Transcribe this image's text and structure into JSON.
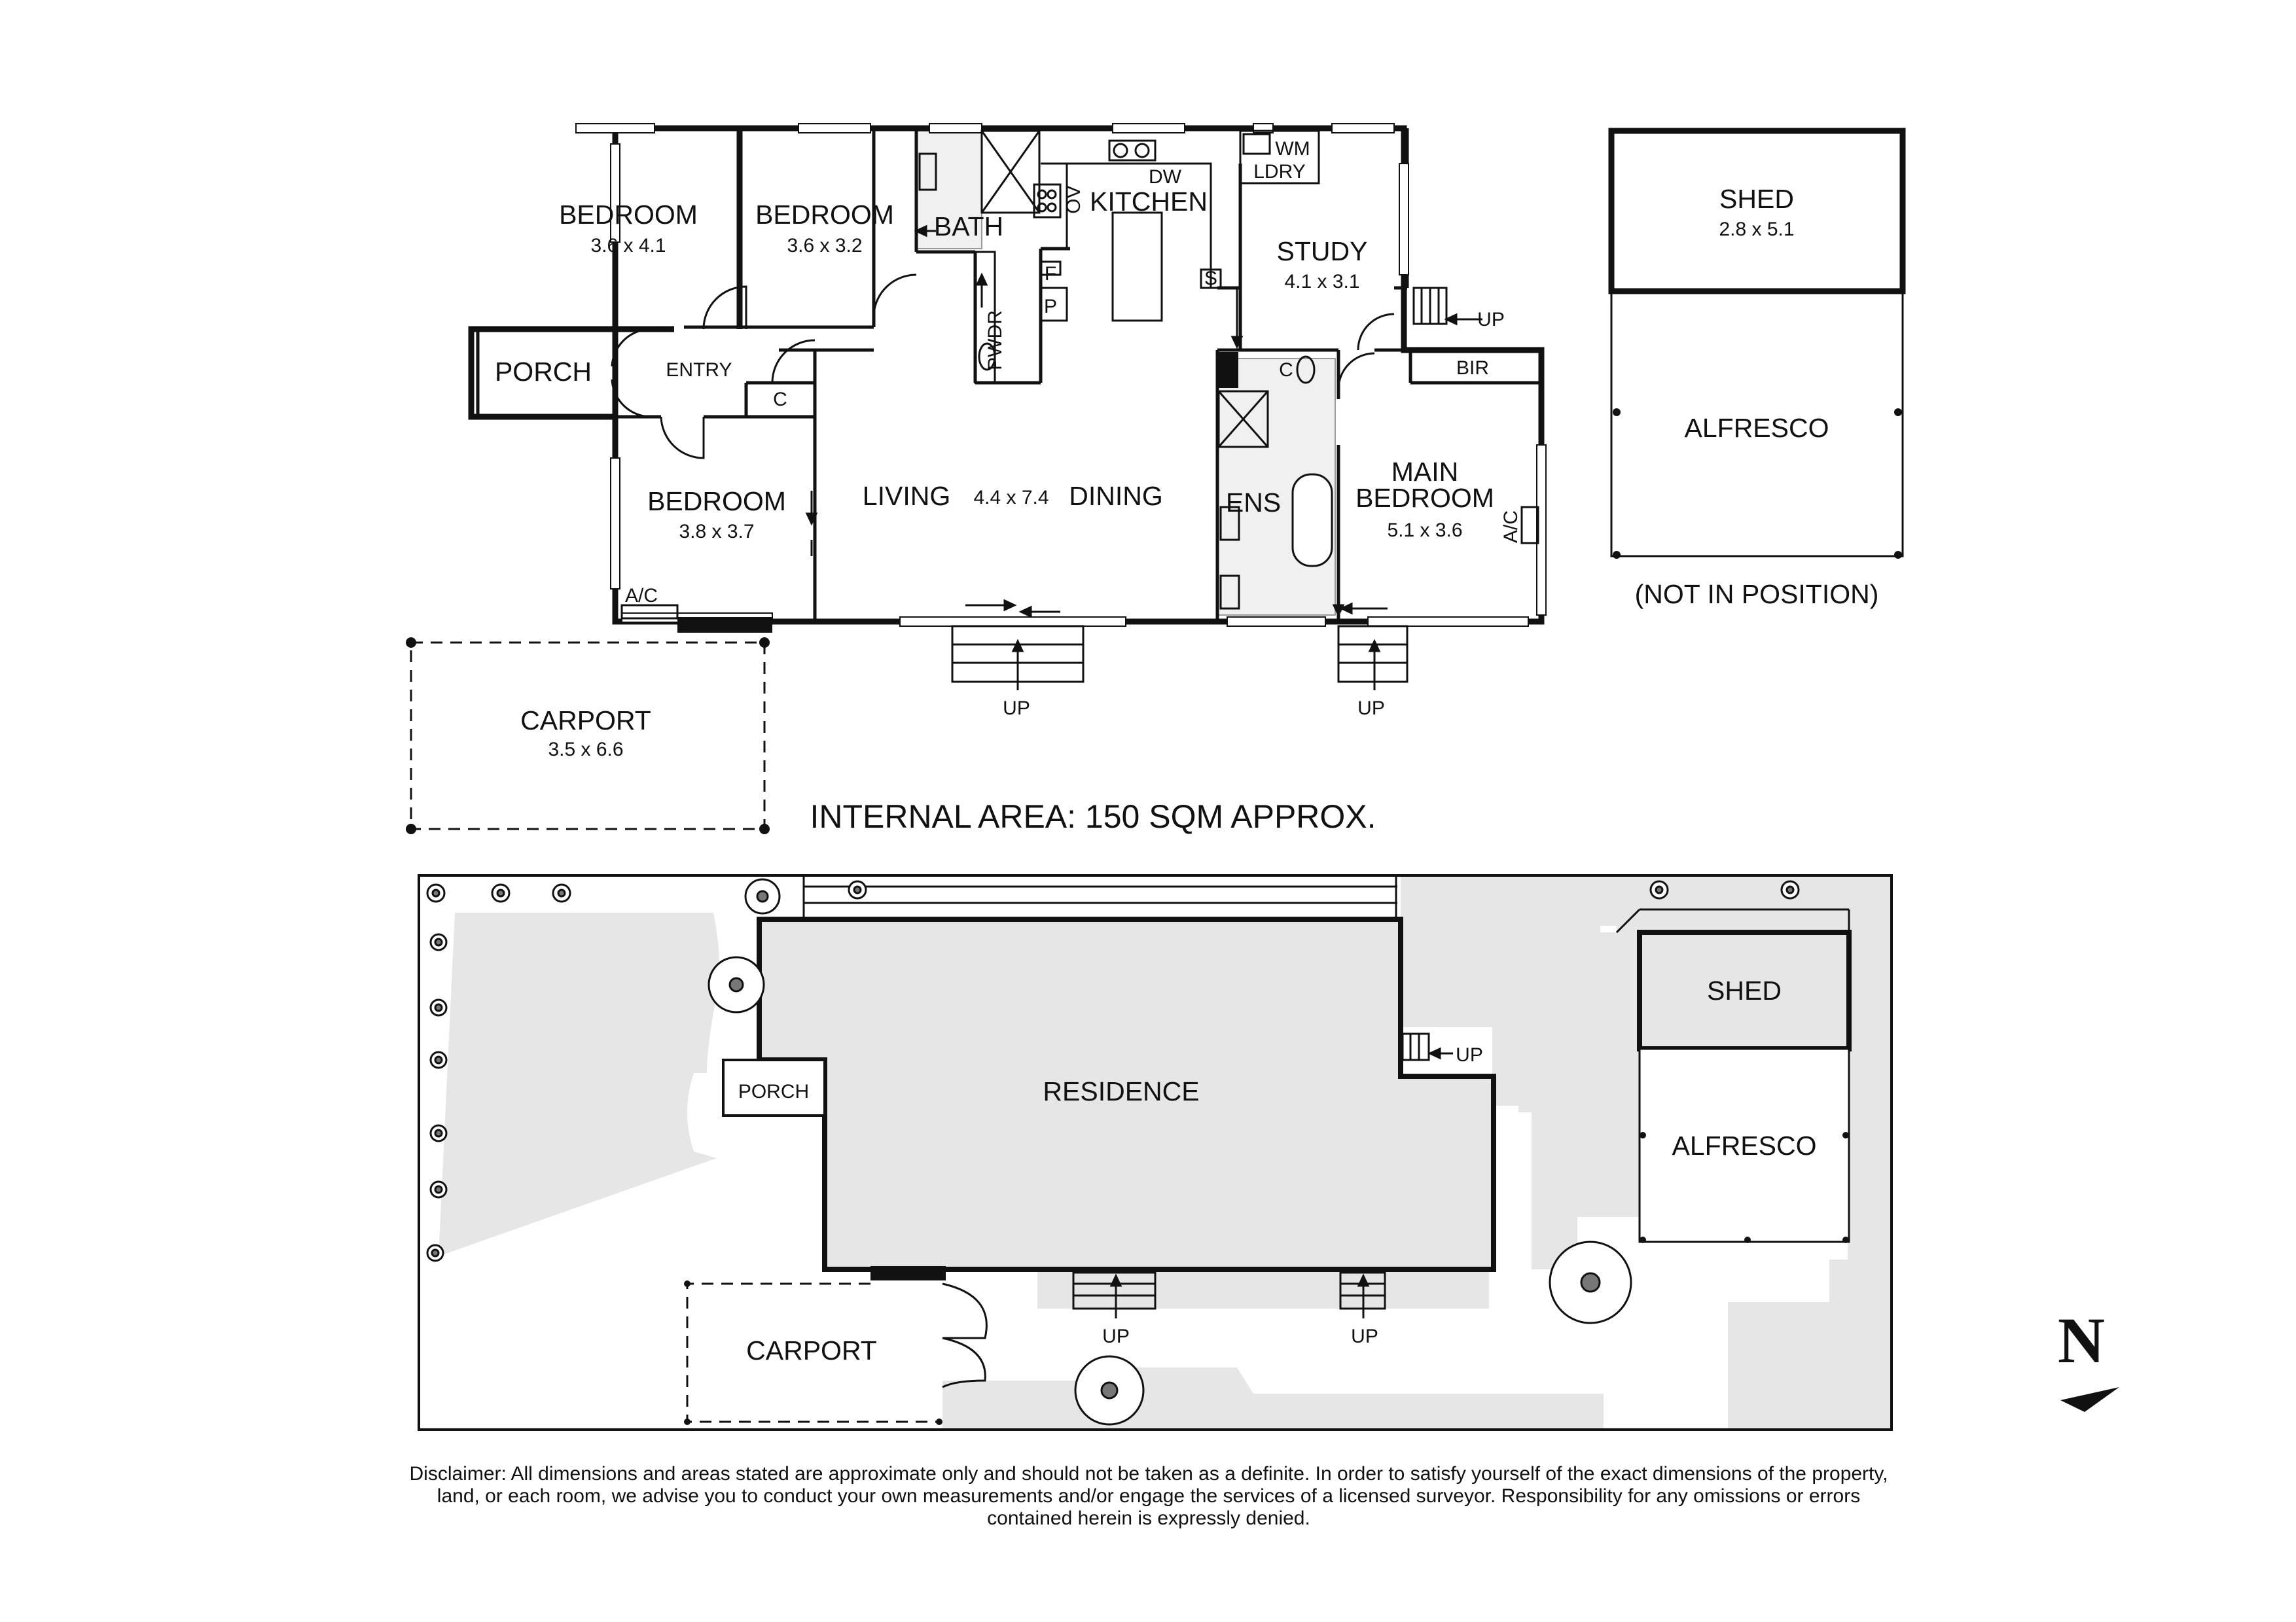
{
  "floorplan": {
    "rooms": {
      "bedroom1": {
        "label": "BEDROOM",
        "dims": "3.6 x 4.1"
      },
      "bedroom2": {
        "label": "BEDROOM",
        "dims": "3.6 x 3.2"
      },
      "bedroom3": {
        "label": "BEDROOM",
        "dims": "3.8 x 3.7"
      },
      "bath": {
        "label": "BATH"
      },
      "kitchen": {
        "label": "KITCHEN"
      },
      "pwdr": {
        "label": "PWDR"
      },
      "study": {
        "label": "STUDY",
        "dims": "4.1 x 3.1"
      },
      "ldry": {
        "label": "LDRY"
      },
      "porch": {
        "label": "PORCH"
      },
      "entry": {
        "label": "ENTRY"
      },
      "living": {
        "label": "LIVING"
      },
      "living_dims": {
        "label": "4.4 x 7.4"
      },
      "dining": {
        "label": "DINING"
      },
      "ens": {
        "label": "ENS"
      },
      "main_bedroom": {
        "label_line1": "MAIN",
        "label_line2": "BEDROOM",
        "dims": "5.1 x 3.6"
      },
      "bir": {
        "label": "BIR"
      },
      "carport": {
        "label": "CARPORT",
        "dims": "3.5 x 6.6"
      },
      "shed": {
        "label": "SHED",
        "dims": "2.8 x 5.1"
      },
      "alfresco": {
        "label": "ALFRESCO"
      }
    },
    "fixtures": {
      "wm": "WM",
      "dw": "DW",
      "ov": "OV",
      "fridge": "F",
      "pantry": "P",
      "sink": "S",
      "cupboard": "C",
      "ac": "A/C",
      "up": "UP"
    },
    "not_in_position": "(NOT IN POSITION)",
    "internal_area": "INTERNAL AREA: 150 SQM APPROX."
  },
  "siteplan": {
    "residence": "RESIDENCE",
    "porch": "PORCH",
    "shed": "SHED",
    "alfresco": "ALFRESCO",
    "carport": "CARPORT",
    "up": "UP",
    "north": "N"
  },
  "disclaimer": "Disclaimer: All dimensions and areas stated are approximate only and should not be taken as a definite. In order to satisfy yourself of the exact dimensions of the property, land, or each room, we advise you to conduct your own measurements and/or engage the services of a licensed surveyor. Responsibility for any omissions or errors contained herein is expressly denied."
}
